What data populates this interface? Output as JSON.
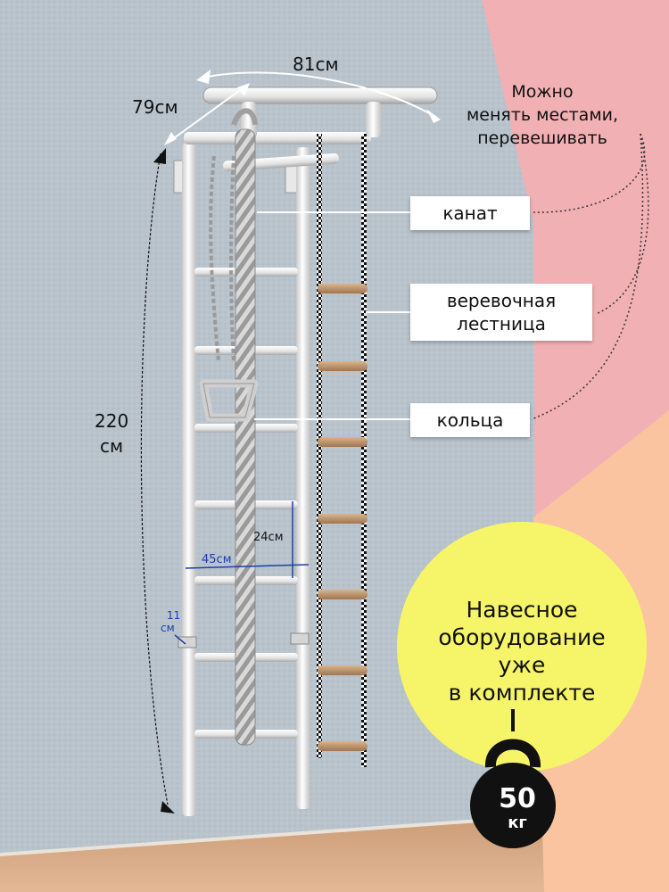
{
  "dimensions": {
    "width_top": "81см",
    "depth_top": "79см",
    "height": [
      "220",
      "см"
    ],
    "rung_spacing": "24см",
    "ladder_width": "45см",
    "wall_gap": [
      "11",
      "см"
    ]
  },
  "notes": {
    "swappable": [
      "Можно",
      "менять местами,",
      "перевешивать"
    ]
  },
  "callouts": {
    "rope": "канат",
    "rope_ladder": [
      "веревочная",
      "лестница"
    ],
    "rings": "кольца"
  },
  "promo": {
    "lines": [
      "Навесное",
      "оборудование",
      "уже",
      "в комплекте"
    ]
  },
  "weight": {
    "value": "50",
    "unit": "кг"
  },
  "colors": {
    "wall": "#b9c4cc",
    "floor": "#d8ab86",
    "pink_panel": "#f1b0b4",
    "peach_panel": "#f9c49f",
    "promo_circle": "#f6f56a",
    "weight": "#111111",
    "dimension_blue": "#1c3fa8"
  },
  "icons": [
    "kettlebell-icon",
    "arrow-icon"
  ]
}
